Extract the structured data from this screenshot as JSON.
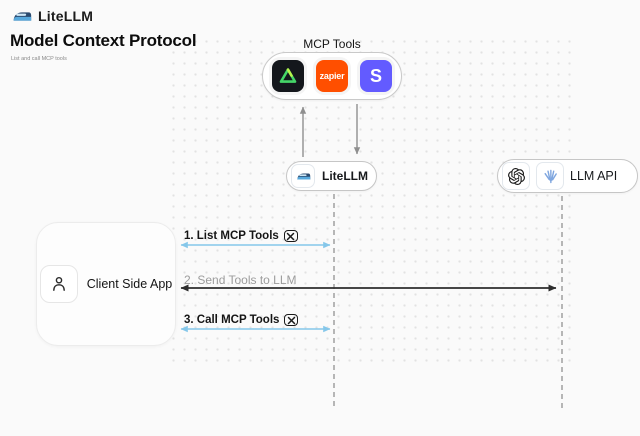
{
  "header": {
    "brand": "LiteLLM",
    "title": "Model Context Protocol",
    "subtitle": "List and call MCP tools"
  },
  "mcp": {
    "label": "MCP Tools",
    "tools": [
      {
        "name": "triangle-logo-tool",
        "icon": "green-triangle"
      },
      {
        "name": "zapier-tool",
        "text": "zapier",
        "color": "#FF4F00"
      },
      {
        "name": "stripe-tool",
        "text": "S",
        "color": "#635BFF"
      }
    ]
  },
  "nodes": {
    "litellm": {
      "label": "LiteLLM",
      "icon": "litellm-train"
    },
    "llm_api": {
      "label": "LLM API",
      "icons": [
        "openai-logo",
        "blue-provider-logo"
      ]
    },
    "client": {
      "label": "Client Side App",
      "icon": "person"
    }
  },
  "messages": {
    "m1": {
      "label": "1. List MCP Tools",
      "icon": "hammer-wrench",
      "color": "#85c7ea"
    },
    "m2": {
      "label": "2. Send Tools to LLM",
      "color": "#2d2d2d"
    },
    "m3": {
      "label": "3. Call MCP Tools",
      "icon": "hammer-wrench",
      "color": "#85c7ea"
    }
  },
  "icons": {
    "tools": "hammer-wrench-cross",
    "person": "user-outline",
    "openai": "openai-knot",
    "train": "litellm-train"
  },
  "colors": {
    "background": "#fafafa",
    "accent_blue": "#85c7ea",
    "arrow_dark": "#2d2d2d",
    "lifeline_gray": "#9a9a9a",
    "zapier_orange": "#FF4F00",
    "stripe_purple": "#635BFF",
    "triangle_green": "#45d668"
  }
}
